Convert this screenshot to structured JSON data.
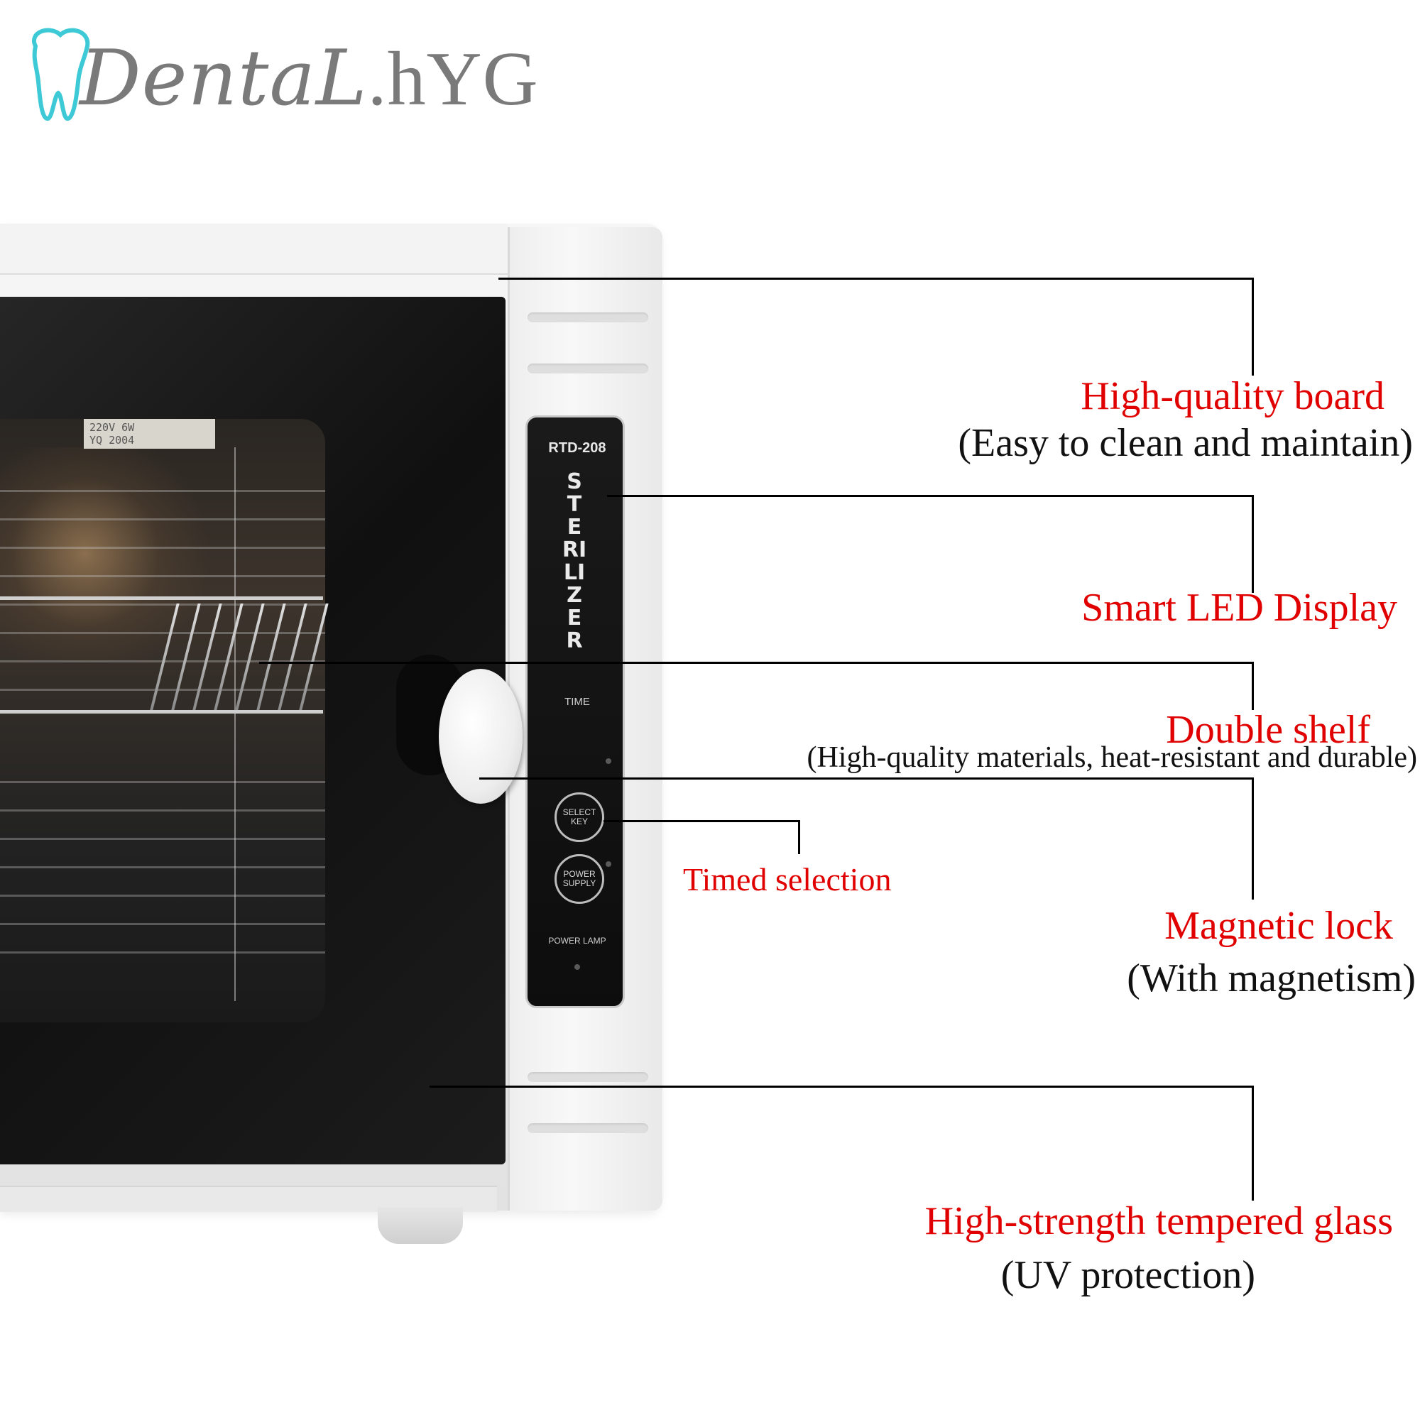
{
  "logo": {
    "script_text": "DentaL",
    "tail_text": ".hYG",
    "tooth_color": "#3ec9d6",
    "text_color": "#7a7a7a"
  },
  "product": {
    "model": "RTD-208",
    "vertical_label": "STERILIZER",
    "time_label": "TIME",
    "select_key_label": "SELECT KEY",
    "power_supply_label": "POWER SUPPLY",
    "power_lamp_label": "POWER LAMP",
    "lamp_sticker_line1": "220V 6W",
    "lamp_sticker_line2": "YQ 2004"
  },
  "callouts": {
    "board_title": "High-quality board",
    "board_sub": "(Easy to clean and maintain)",
    "led_title": "Smart LED Display",
    "shelf_title": "Double shelf",
    "shelf_sub": "(High-quality materials, heat-resistant and durable)",
    "timed_title": "Timed selection",
    "lock_title": "Magnetic lock",
    "lock_sub": "(With magnetism)",
    "glass_title": "High-strength tempered glass",
    "glass_sub": "(UV protection)"
  },
  "colors": {
    "accent_red": "#e00000",
    "text_black": "#111111"
  }
}
